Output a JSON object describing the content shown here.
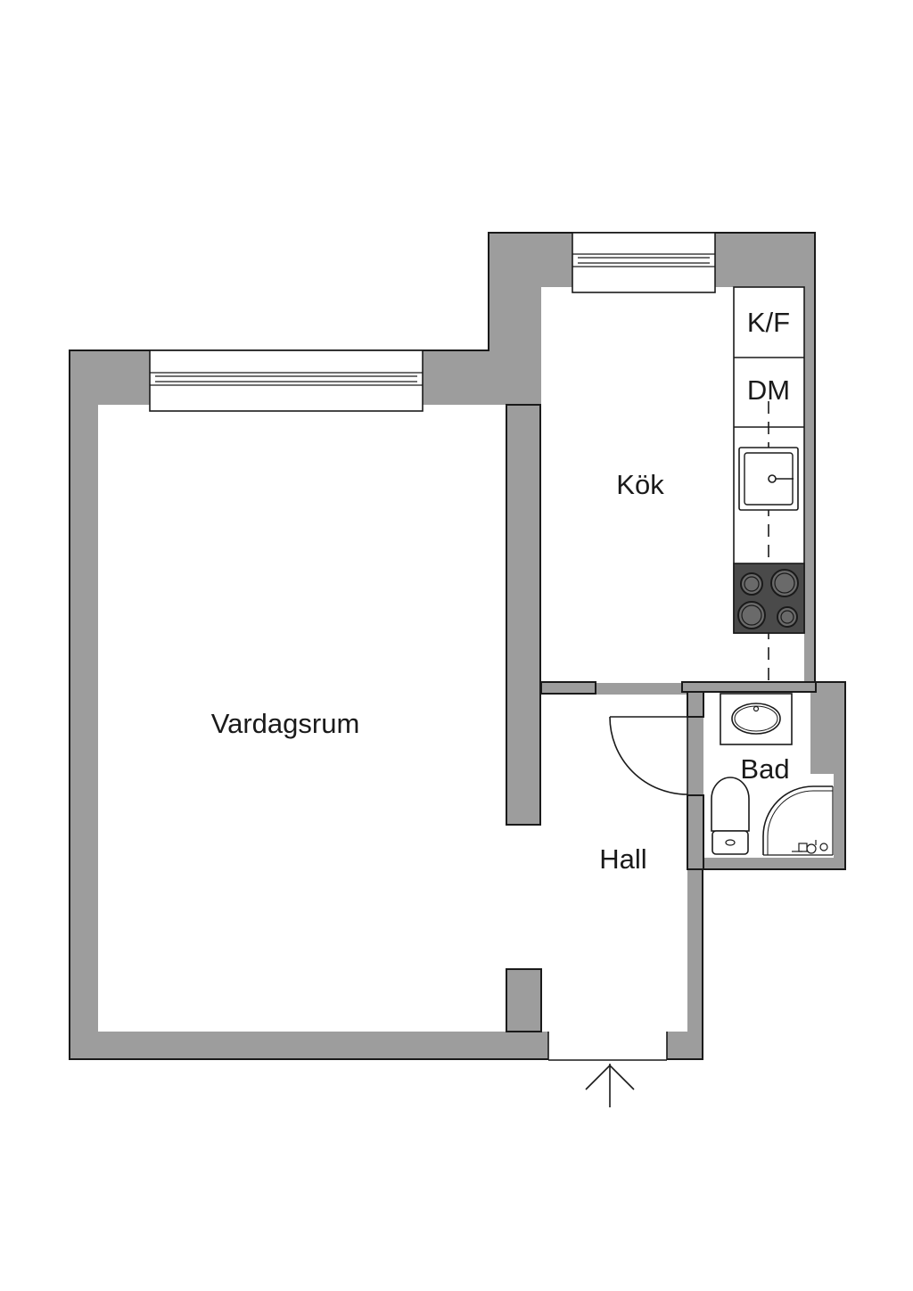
{
  "rooms": {
    "living": "Vardagsrum",
    "kitchen": "Kök",
    "hall": "Hall",
    "bath": "Bad"
  },
  "kitchen_units": {
    "fridge_freezer": "K/F",
    "dishwasher": "DM"
  },
  "colors": {
    "wall": "#9d9d9d",
    "line": "#1a1a1a",
    "background": "#ffffff",
    "stove": "#4a4a4a"
  },
  "icons": {
    "entrance": "arrow-up-icon",
    "sink": "sink-icon",
    "stove": "stove-icon",
    "toilet": "toilet-icon",
    "shower": "shower-icon",
    "washbasin": "washbasin-icon"
  }
}
